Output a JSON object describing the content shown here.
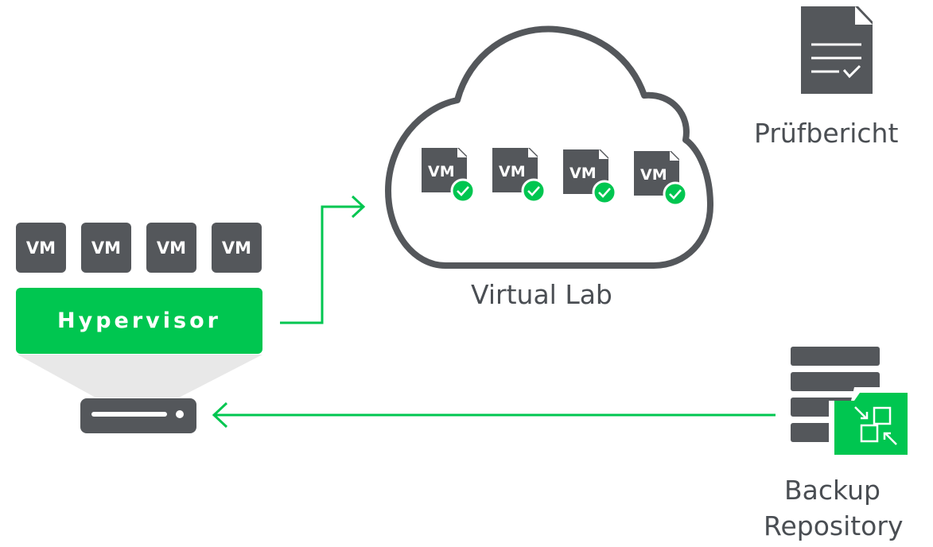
{
  "hypervisor": {
    "label": "Hypervisor",
    "vm_labels": [
      "VM",
      "VM",
      "VM",
      "VM"
    ]
  },
  "virtual_lab": {
    "label": "Virtual Lab",
    "vm_labels": [
      "VM",
      "VM",
      "VM",
      "VM"
    ],
    "vm_status": "verified"
  },
  "report": {
    "label": "Prüfbericht"
  },
  "backup_repository": {
    "label_line1": "Backup",
    "label_line2": "Repository"
  },
  "icons": {
    "report": "document-check-icon",
    "repository": "server-stack-icon",
    "restore": "restore-arrows-icon",
    "host": "server-icon",
    "check": "check-circle-icon"
  },
  "colors": {
    "accent": "#00c650",
    "dark": "#54575b",
    "text": "#4a4e53",
    "cone": "#e6e6e6"
  }
}
